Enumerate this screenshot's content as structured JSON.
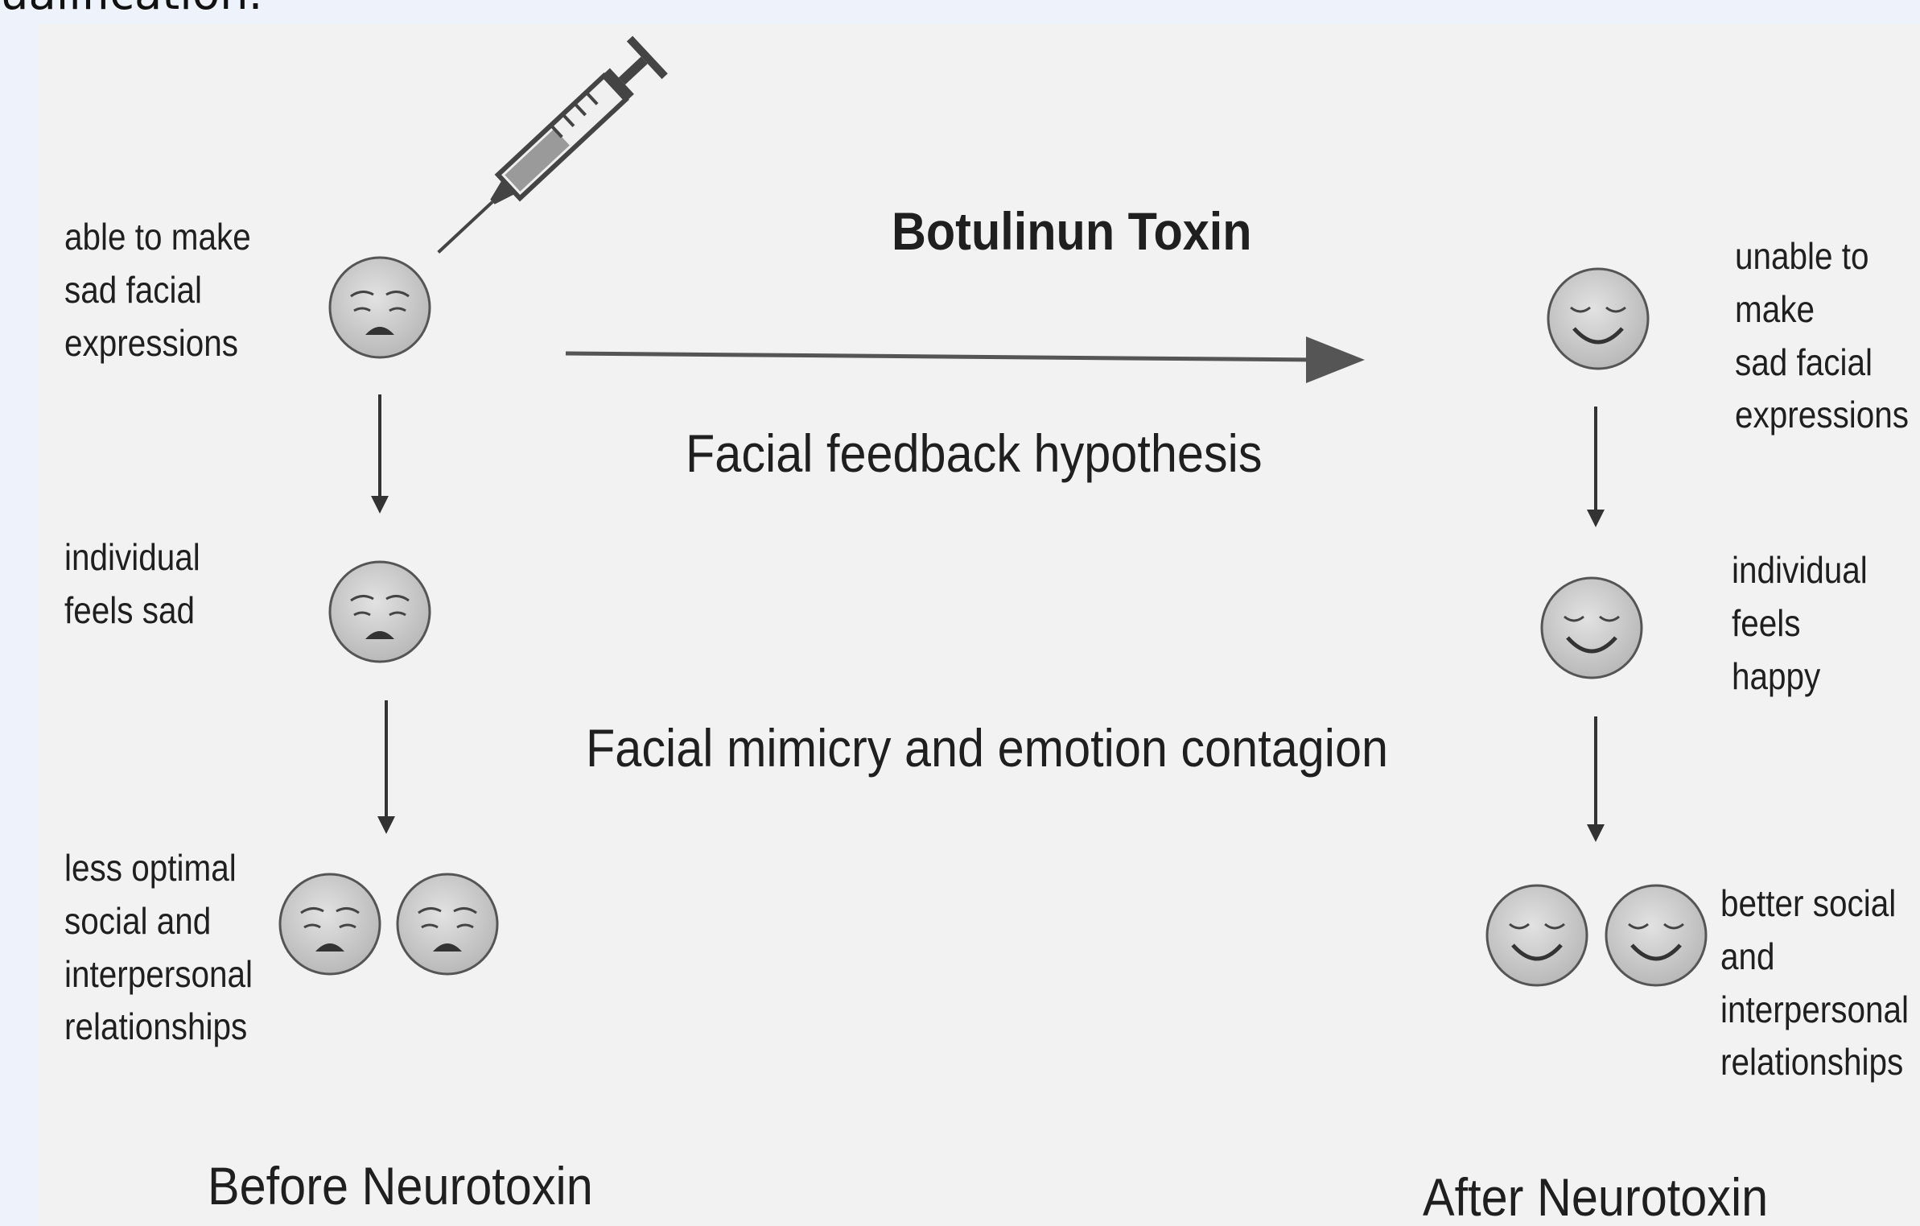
{
  "page": {
    "top_fragment": "ualification."
  },
  "diagram": {
    "drug_label": "Botulinun Toxin",
    "hypothesis_label": "Facial feedback hypothesis",
    "contagion_label": "Facial mimicry and emotion contagion",
    "before": {
      "title": "Before Neurotoxin",
      "steps": [
        "able to make\nsad facial\nexpressions",
        "individual\nfeels sad",
        "less optimal\nsocial and\ninterpersonal\nrelationships"
      ]
    },
    "after": {
      "title": "After Neurotoxin",
      "steps": [
        "unable to\nmake\nsad facial\nexpressions",
        "individual\nfeels happy",
        "better social\nand\ninterpersonal\nrelationships"
      ]
    },
    "colors": {
      "background": "#eef3fb",
      "paper": "#f2f2f2",
      "ink": "#1f1f1f",
      "face_fill": "#cfcfcf",
      "arrow": "#333333"
    }
  }
}
